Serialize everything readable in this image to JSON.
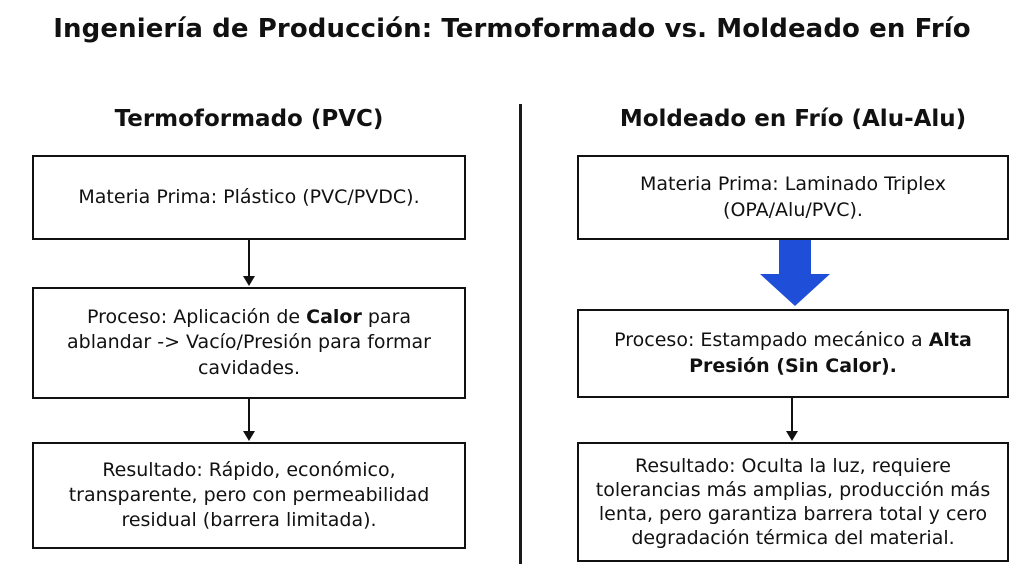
{
  "title": "Ingeniería de Producción: Termoformado vs. Moldeado en Frío",
  "left": {
    "heading": "Termoformado (PVC)",
    "box1": "Materia Prima: Plástico (PVC/PVDC).",
    "box2": {
      "before": "Proceso: Aplicación de ",
      "bold": "Calor",
      "after": " para ablandar -> Vacío/Presión para formar cavidades."
    },
    "box3": "Resultado: Rápido, económico, transparente, pero con permeabilidad residual (barrera limitada)."
  },
  "right": {
    "heading": "Moldeado en Frío (Alu-Alu)",
    "box1": "Materia Prima: Laminado Triplex (OPA/Alu/PVC).",
    "box2": {
      "before": "Proceso: Estampado mecánico a ",
      "bold": "Alta Presión (Sin Calor)."
    },
    "box3": "Resultado: Oculta la luz, requiere tolerancias más amplias, producción más lenta, pero garantiza barrera total y cero degradación térmica del material."
  },
  "colors": {
    "highlight_arrow": "#1f4fd8",
    "border": "#111111"
  }
}
